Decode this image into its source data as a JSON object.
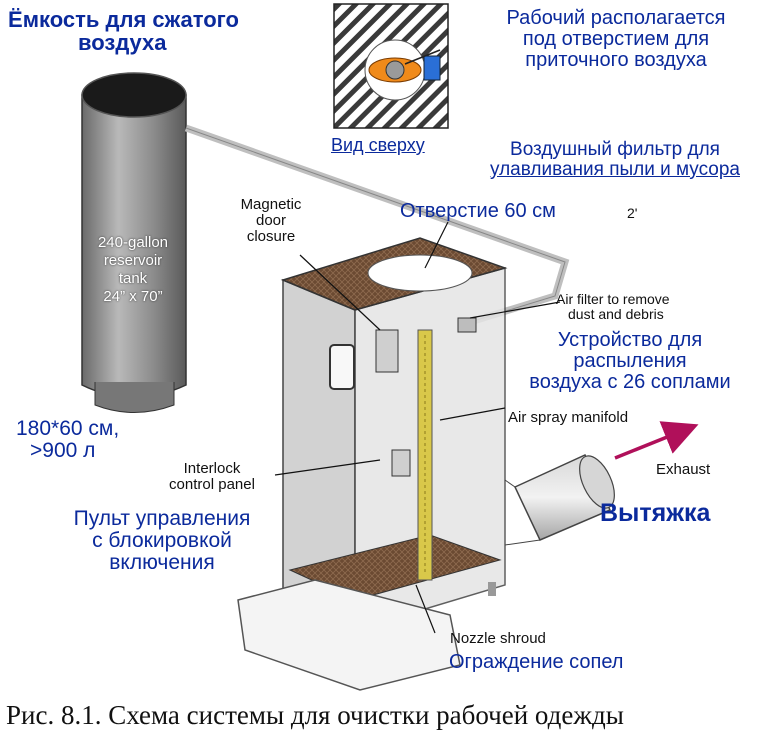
{
  "labels": {
    "tank_title_ru_line1": "Ёмкость для сжатого",
    "tank_title_ru_line2": "воздуха",
    "tank_en_line1": "240-gallon",
    "tank_en_line2": "reservoir",
    "tank_en_line3": "tank",
    "tank_en_line4": "24” x 70”",
    "tank_size_ru_line1": "180*60 см,",
    "tank_size_ru_line2": ">900 л",
    "worker_ru_line1": "Рабочий располагается",
    "worker_ru_line2": "под отверстием для",
    "worker_ru_line3": "приточного воздуха",
    "top_view_ru": "Вид сверху",
    "filter_ru_line1": "Воздушный фильтр для",
    "filter_ru_line2": "улавливания пыли и мусора",
    "opening_ru": "Отверстие 60 см",
    "opening_en": "2'",
    "magnetic_en_line1": "Magnetic",
    "magnetic_en_line2": "door",
    "magnetic_en_line3": "closure",
    "airfilter_en_line1": "Air filter to remove",
    "airfilter_en_line2": "dust and debris",
    "spray_ru_line1": "Устройство для",
    "spray_ru_line2": "распыления",
    "spray_ru_line3": "воздуха с 26 соплами",
    "spray_en": "Air spray manifold",
    "exhaust_en": "Exhaust",
    "exhaust_ru": "Вытяжка",
    "interlock_en_line1": "Interlock",
    "interlock_en_line2": "control panel",
    "interlock_ru_line1": "Пульт управления",
    "interlock_ru_line2": "с блокировкой",
    "interlock_ru_line3": "включения",
    "nozzle_en": "Nozzle shroud",
    "nozzle_ru": "Ограждение сопел"
  },
  "caption": "Рис. 8.1. Схема системы для очистки рабочей одежды",
  "colors": {
    "russian_text": "#0b2a9c",
    "english_text": "#111111",
    "exhaust_arrow": "#b0105a",
    "tank": "#6d6d6d",
    "booth_floor": "#6b4a32",
    "spray_bar": "#d9c84a"
  }
}
